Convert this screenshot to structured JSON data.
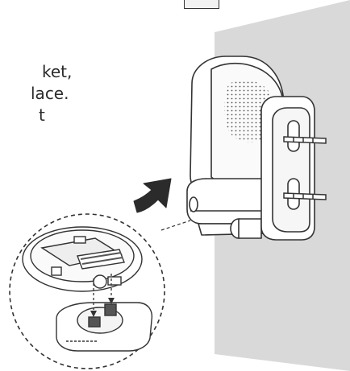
{
  "instruction": {
    "line1": "ket,",
    "line2": "lace.",
    "line3": "t"
  },
  "colors": {
    "wall": "#d9d9d9",
    "outline": "#333333",
    "camera_fill": "#ffffff",
    "arrow": "#2b2b2b",
    "text": "#2a2a2a"
  },
  "icons": {
    "direction_arrow": "curved-arrow-left-down",
    "zoom_callout": "dashed-circle-detail"
  }
}
